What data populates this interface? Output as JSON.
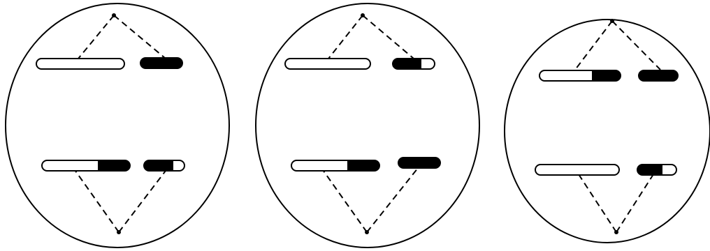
{
  "colors": {
    "ink": "#000000",
    "background": "#ffffff",
    "chromosome_light": "#ffffff",
    "chromosome_dark": "#000000"
  },
  "cells": [
    {
      "chromosomes": [
        {
          "type": "white"
        },
        {
          "type": "black"
        },
        {
          "type": "white-black"
        },
        {
          "type": "black-white"
        }
      ]
    },
    {
      "chromosomes": [
        {
          "type": "white"
        },
        {
          "type": "black-white"
        },
        {
          "type": "white-black"
        },
        {
          "type": "black"
        }
      ]
    },
    {
      "chromosomes": [
        {
          "type": "white-black"
        },
        {
          "type": "black"
        },
        {
          "type": "white"
        },
        {
          "type": "black-white"
        }
      ]
    }
  ]
}
